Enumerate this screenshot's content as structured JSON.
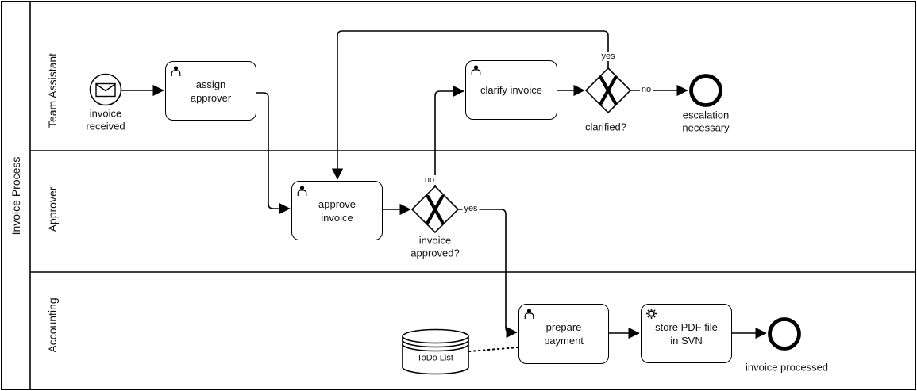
{
  "pool": {
    "label": "Invoice Process"
  },
  "lanes": [
    {
      "label": "Team Assistant"
    },
    {
      "label": "Approver"
    },
    {
      "label": "Accounting"
    }
  ],
  "nodes": {
    "start_event": {
      "label": "invoice\nreceived",
      "icon": "envelope-icon"
    },
    "task_assign": {
      "label": "assign\napprover",
      "icon": "user-icon"
    },
    "task_approve": {
      "label": "approve\ninvoice",
      "icon": "user-icon"
    },
    "task_clarify": {
      "label": "clarify invoice",
      "icon": "user-icon"
    },
    "task_prepare": {
      "label": "prepare\npayment",
      "icon": "user-icon"
    },
    "task_store": {
      "label": "store PDF file\nin SVN",
      "icon": "gear-icon"
    },
    "gateway_approved": {
      "label": "invoice\napproved?",
      "icon": "exclusive-gateway-x-icon"
    },
    "gateway_clarified": {
      "label": "clarified?",
      "icon": "exclusive-gateway-x-icon"
    },
    "end_escalation": {
      "label": "escalation\nnecessary"
    },
    "end_processed": {
      "label": "invoice processed"
    },
    "datastore": {
      "label": "ToDo List"
    }
  },
  "flow_labels": {
    "approved_no": "no",
    "approved_yes": "yes",
    "clarified_yes": "yes",
    "clarified_no": "no"
  },
  "colors": {
    "stroke": "#000000",
    "background": "#ffffff"
  }
}
